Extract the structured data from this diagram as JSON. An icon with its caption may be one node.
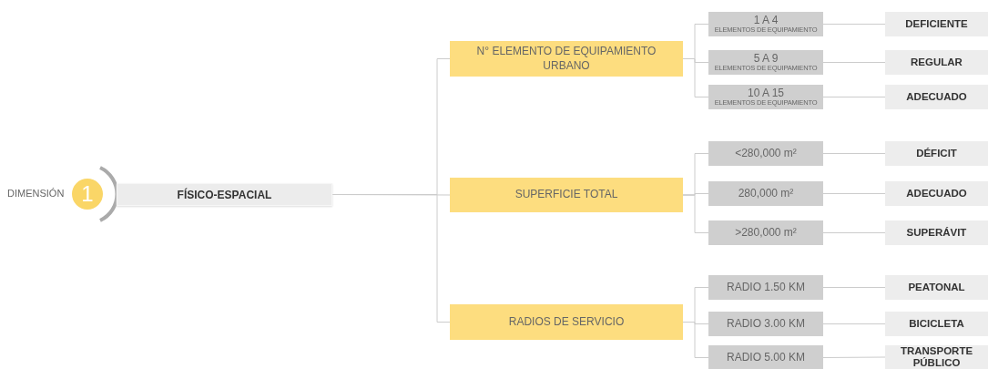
{
  "diagram": {
    "nodes": [
      {
        "text": [
          "1"
        ],
        "beside": [
          "DIMENSIÓN"
        ]
      },
      {
        "text": [
          "FÍSICO-ESPACIAL"
        ]
      },
      {
        "text": [
          "N° ELEMENTO DE EQUIPAMIENTO URBANO"
        ]
      },
      {
        "text": [
          "SUPERFICIE TOTAL"
        ]
      },
      {
        "text": [
          "RADIOS DE SERVICIO"
        ]
      },
      {
        "text": [
          "1 A 4",
          "ELEMENTOS DE EQUIPAMIENTO"
        ]
      },
      {
        "text": [
          "DEFICIENTE"
        ]
      },
      {
        "text": [
          "5 A 9",
          "ELEMENTOS DE EQUIPAMIENTO"
        ]
      },
      {
        "text": [
          "REGULAR"
        ]
      },
      {
        "text": [
          "10 A 15",
          "ELEMENTOS DE EQUIPAMIENTO"
        ]
      },
      {
        "text": [
          "ADECUADO"
        ]
      },
      {
        "text": [
          "<280,000 m²"
        ]
      },
      {
        "text": [
          "DÉFICIT"
        ]
      },
      {
        "text": [
          "280,000 m²"
        ]
      },
      {
        "text": [
          "ADECUADO"
        ]
      },
      {
        "text": [
          ">280,000 m²"
        ]
      },
      {
        "text": [
          "SUPERÁVIT"
        ]
      },
      {
        "text": [
          "RADIO 1.50 KM"
        ]
      },
      {
        "text": [
          "PEATONAL"
        ]
      },
      {
        "text": [
          "RADIO 3.00 KM"
        ]
      },
      {
        "text": [
          "BICICLETA"
        ]
      },
      {
        "text": [
          "RADIO 5.00 KM"
        ]
      },
      {
        "text": [
          "TRANSPORTE PÚBLICO"
        ]
      }
    ],
    "edges": [
      {
        "from": 1,
        "to": 2,
        "arrow": "none"
      },
      {
        "from": 1,
        "to": 3,
        "arrow": "none"
      },
      {
        "from": 1,
        "to": 4,
        "arrow": "none"
      },
      {
        "from": 2,
        "to": 5,
        "arrow": "none"
      },
      {
        "from": 2,
        "to": 7,
        "arrow": "none"
      },
      {
        "from": 2,
        "to": 9,
        "arrow": "none"
      },
      {
        "from": 5,
        "to": 6,
        "arrow": "none"
      },
      {
        "from": 7,
        "to": 8,
        "arrow": "none"
      },
      {
        "from": 9,
        "to": 10,
        "arrow": "none"
      },
      {
        "from": 3,
        "to": 11,
        "arrow": "none"
      },
      {
        "from": 3,
        "to": 13,
        "arrow": "none"
      },
      {
        "from": 3,
        "to": 15,
        "arrow": "none"
      },
      {
        "from": 11,
        "to": 12,
        "arrow": "none"
      },
      {
        "from": 13,
        "to": 14,
        "arrow": "none"
      },
      {
        "from": 15,
        "to": 16,
        "arrow": "none"
      },
      {
        "from": 4,
        "to": 17,
        "arrow": "none"
      },
      {
        "from": 4,
        "to": 19,
        "arrow": "none"
      },
      {
        "from": 4,
        "to": 21,
        "arrow": "none"
      },
      {
        "from": 17,
        "to": 18,
        "arrow": "none"
      },
      {
        "from": 19,
        "to": 20,
        "arrow": "none"
      },
      {
        "from": 21,
        "to": 22,
        "arrow": "none"
      }
    ]
  }
}
